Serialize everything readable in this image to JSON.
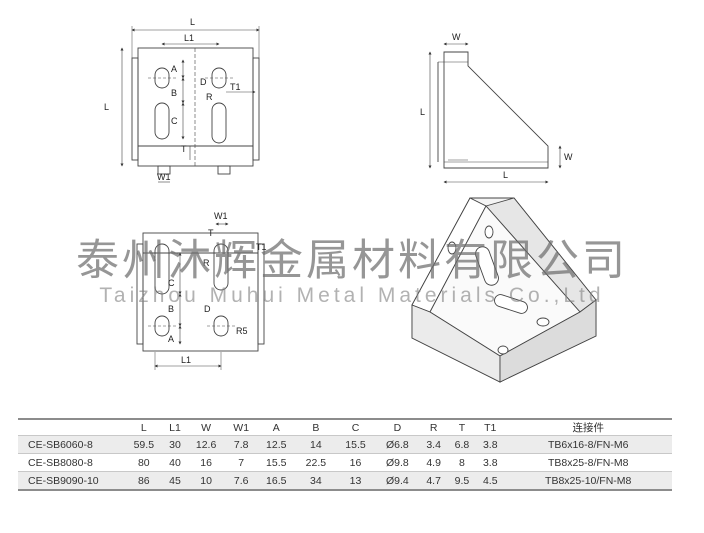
{
  "labels": {
    "L": "L",
    "L1": "L1",
    "W": "W",
    "W1": "W1",
    "A": "A",
    "B": "B",
    "C": "C",
    "D": "D",
    "R": "R",
    "T": "T",
    "T1": "T1",
    "R5": "R5"
  },
  "watermark": {
    "chinese": "泰州沐辉金属材料有限公司",
    "english": "Taizhou  Muhui  Metal  Materials  Co.,Ltd"
  },
  "table": {
    "headers": [
      "",
      "L",
      "L1",
      "W",
      "W1",
      "A",
      "B",
      "C",
      "D",
      "R",
      "T",
      "T1",
      "连接件"
    ],
    "rows": [
      [
        "CE-SB6060-8",
        "59.5",
        "30",
        "12.6",
        "7.8",
        "12.5",
        "14",
        "15.5",
        "Ø6.8",
        "3.4",
        "6.8",
        "3.8",
        "TB6x16-8/FN-M6"
      ],
      [
        "CE-SB8080-8",
        "80",
        "40",
        "16",
        "7",
        "15.5",
        "22.5",
        "16",
        "Ø9.8",
        "4.9",
        "8",
        "3.8",
        "TB8x25-8/FN-M8"
      ],
      [
        "CE-SB9090-10",
        "86",
        "45",
        "10",
        "7.6",
        "16.5",
        "34",
        "13",
        "Ø9.4",
        "4.7",
        "9.5",
        "4.5",
        "TB8x25-10/FN-M8"
      ]
    ]
  }
}
